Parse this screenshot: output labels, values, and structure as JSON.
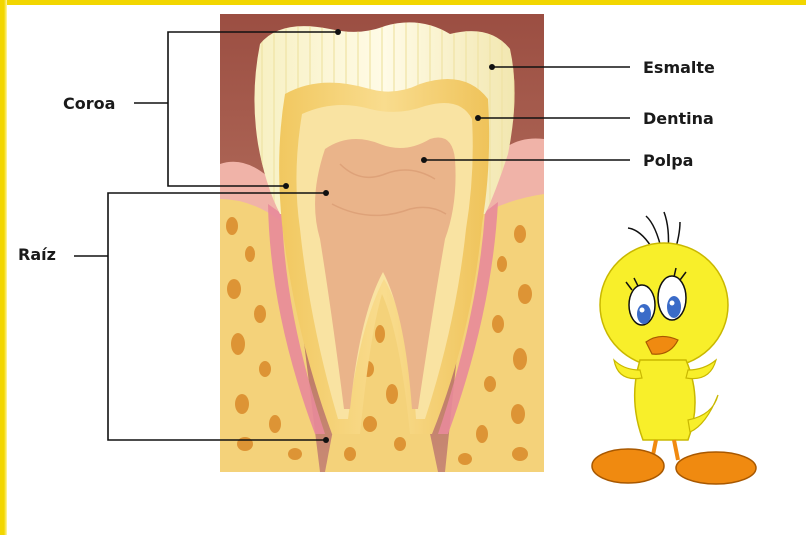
{
  "labels": {
    "coroa": "Coroa",
    "raiz": "Raíz",
    "esmalte": "Esmalte",
    "dentina": "Dentina",
    "polpa": "Polpa"
  },
  "colors": {
    "frame": "#f2d600",
    "gum_background": "#a05a4c",
    "enamel": "#fbf6d4",
    "dentin": "#f5d27a",
    "pulp": "#eab48a",
    "bone": "#f4d27a",
    "bone_holes": "#d98a2a",
    "periodontal": "#e88a9a",
    "character_yellow": "#f8ef2a",
    "character_feet": "#f08a10"
  },
  "illustration": {
    "tooth": "tooth-cross-section-illustration",
    "character": "yellow-cartoon-bird-illustration"
  }
}
